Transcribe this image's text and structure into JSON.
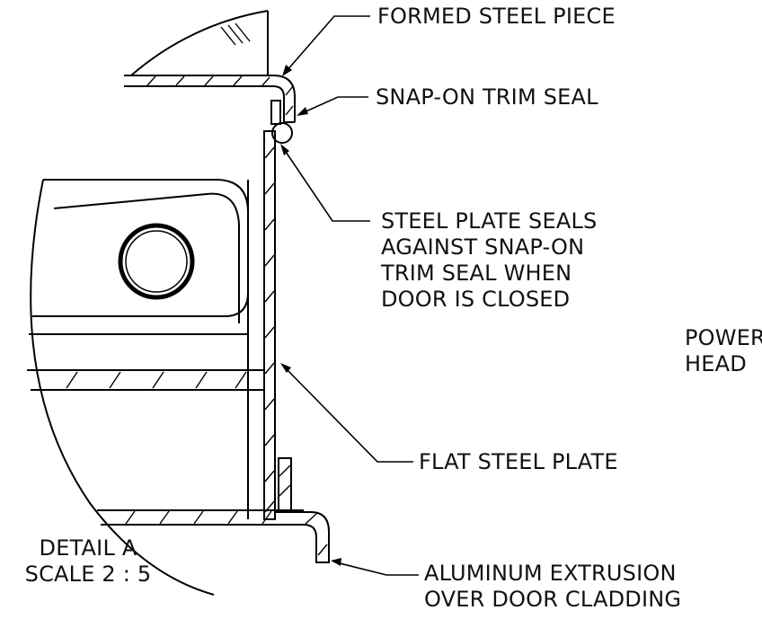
{
  "drawing": {
    "callouts": {
      "formed_steel_piece": "FORMED STEEL PIECE",
      "snap_on_trim_seal": "SNAP-ON TRIM SEAL",
      "steel_plate_seals": [
        "STEEL PLATE SEALS",
        "AGAINST SNAP-ON",
        "TRIM SEAL WHEN",
        "DOOR IS CLOSED"
      ],
      "power_head": [
        "POWER",
        "HEAD"
      ],
      "flat_steel_plate": "FLAT STEEL PLATE",
      "aluminum_extrusion": [
        "ALUMINUM EXTRUSION",
        "OVER DOOR CLADDING"
      ]
    },
    "detail": {
      "name": "DETAIL A",
      "scale": "SCALE 2 : 5"
    }
  }
}
